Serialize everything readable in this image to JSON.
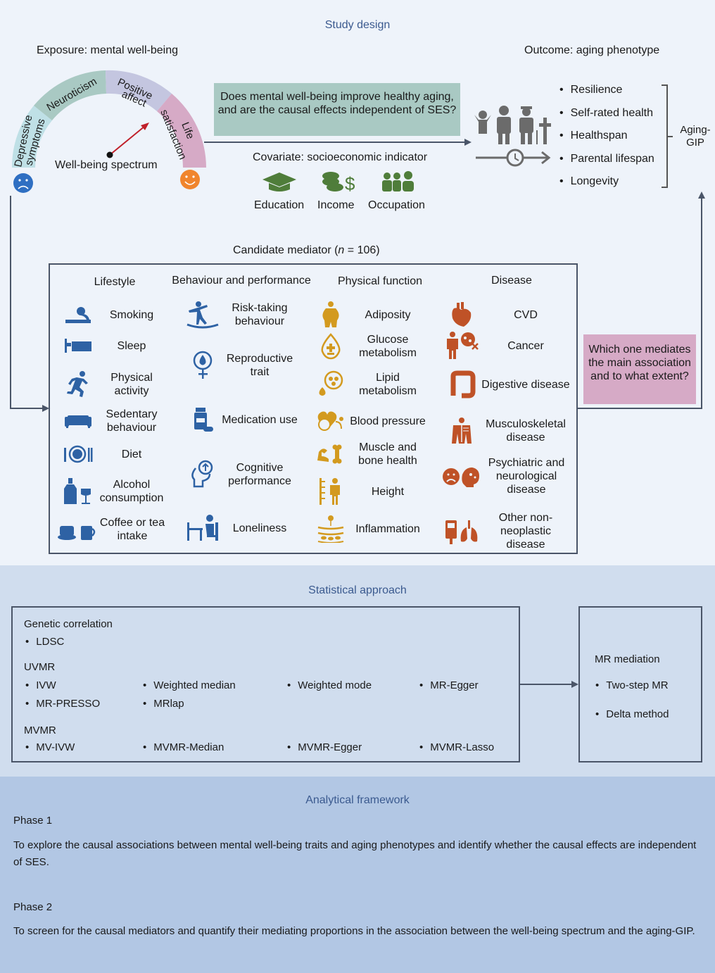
{
  "study_design": {
    "title": "Study design",
    "exposure": {
      "heading": "Exposure: mental well-being",
      "spectrum_label": "Well-being spectrum",
      "segments": [
        "Depressive symptoms",
        "Neuroticism",
        "Positive affect",
        "Life satisfaction"
      ],
      "segment_lines": {
        "depressive": [
          "Depressive",
          "symptoms"
        ],
        "neuroticism": "Neuroticism",
        "positive": [
          "Positive",
          "affect"
        ],
        "life": [
          "Life",
          "satisfaction"
        ]
      },
      "segment_colors": [
        "#bfe0e6",
        "#a9c9c3",
        "#c4c6e0",
        "#d6aac6"
      ],
      "sad_face_color": "#2f6fc2",
      "happy_face_color": "#f0852d"
    },
    "question": "Does mental well-being improve healthy aging, and are the causal effects independent of SES?",
    "covariate": {
      "heading": "Covariate: socioeconomic indicator",
      "items": [
        {
          "label": "Education",
          "icon": "graduation-cap-icon"
        },
        {
          "label": "Income",
          "icon": "coins-dollar-icon"
        },
        {
          "label": "Occupation",
          "icon": "workers-icon"
        }
      ]
    },
    "outcome": {
      "heading": "Outcome: aging phenotype",
      "items": [
        "Resilience",
        "Self-rated health",
        "Healthspan",
        "Parental lifespan",
        "Longevity"
      ],
      "group_label": "Aging-GIP"
    },
    "mediators": {
      "heading_prefix": "Candidate mediator (",
      "heading_n": "n",
      "heading_suffix": " = 106)",
      "question": "Which one mediates the main association and to what extent?",
      "categories": [
        {
          "name": "Lifestyle",
          "color": "#2e62a4",
          "items": [
            {
              "label": "Smoking",
              "icon": "smoking-icon"
            },
            {
              "label": "Sleep",
              "icon": "bed-icon"
            },
            {
              "label": "Physical activity",
              "icon": "running-icon"
            },
            {
              "label": "Sedentary behaviour",
              "icon": "sofa-icon"
            },
            {
              "label": "Diet",
              "icon": "plate-cutlery-icon"
            },
            {
              "label": "Alcohol consumption",
              "icon": "bottle-glass-icon"
            },
            {
              "label": "Coffee or tea intake",
              "icon": "coffee-cup-icon"
            }
          ]
        },
        {
          "name": "Behaviour and performance",
          "color": "#2e62a4",
          "items": [
            {
              "label": "Risk-taking behaviour",
              "icon": "balance-icon"
            },
            {
              "label": "Reproductive trait",
              "icon": "female-drop-icon"
            },
            {
              "label": "Medication use",
              "icon": "pill-bottle-icon"
            },
            {
              "label": "Cognitive performance",
              "icon": "head-arrow-icon"
            },
            {
              "label": "Loneliness",
              "icon": "person-table-icon"
            }
          ]
        },
        {
          "name": "Physical function",
          "color": "#d39a1f",
          "items": [
            {
              "label": "Adiposity",
              "icon": "obese-person-icon"
            },
            {
              "label": "Glucose metabolism",
              "icon": "glucose-drop-icon"
            },
            {
              "label": "Lipid metabolism",
              "icon": "lipid-icon"
            },
            {
              "label": "Blood pressure",
              "icon": "heart-gauge-icon"
            },
            {
              "label": "Muscle and bone health",
              "icon": "muscle-bone-icon"
            },
            {
              "label": "Height",
              "icon": "height-ruler-icon"
            },
            {
              "label": "Inflammation",
              "icon": "inflammation-icon"
            }
          ]
        },
        {
          "name": "Disease",
          "color": "#bf5227",
          "items": [
            {
              "label": "CVD",
              "icon": "heart-organ-icon"
            },
            {
              "label": "Cancer",
              "icon": "person-cell-icon"
            },
            {
              "label": "Digestive disease",
              "icon": "intestine-icon"
            },
            {
              "label": "Musculoskeletal disease",
              "icon": "skeleton-icon"
            },
            {
              "label": "Psychiatric and neurological disease",
              "icon": "sad-brain-icon"
            },
            {
              "label": "Other non-neoplastic disease",
              "icon": "glucometer-lungs-icon"
            }
          ]
        }
      ]
    }
  },
  "statistical_approach": {
    "title": "Statistical approach",
    "genetic_correlation": {
      "heading": "Genetic correlation",
      "items": [
        "LDSC"
      ]
    },
    "uvmr": {
      "heading": "UVMR",
      "row1": [
        "IVW",
        "Weighted median",
        "Weighted mode",
        "MR-Egger"
      ],
      "row2": [
        "MR-PRESSO",
        "MRlap"
      ]
    },
    "mvmr": {
      "heading": "MVMR",
      "items": [
        "MV-IVW",
        "MVMR-Median",
        "MVMR-Egger",
        "MVMR-Lasso"
      ]
    },
    "mediation": {
      "heading": "MR mediation",
      "items": [
        "Two-step MR",
        "Delta method"
      ]
    }
  },
  "analytical_framework": {
    "title": "Analytical framework",
    "phases": [
      {
        "label": "Phase 1",
        "text": "To explore the causal associations between mental well-being traits and aging phenotypes and identify whether the causal effects are independent of SES."
      },
      {
        "label": "Phase 2",
        "text": "To screen for the causal mediators and quantify their mediating proportions in the association between the well-being spectrum and the aging-GIP."
      }
    ]
  }
}
